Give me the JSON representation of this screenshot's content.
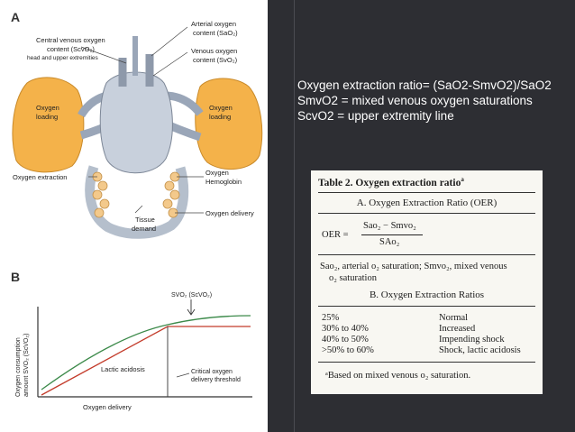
{
  "figure": {
    "panel_a": {
      "letter": "A",
      "labels": {
        "arterial_line1": "Arterial oxygen",
        "arterial_line2": "content (SaO₂)",
        "central_line1": "Central venous oxygen",
        "central_line2": "content (ScvO₂)",
        "central_line3": "head and upper extremities",
        "venous_line1": "Venous oxygen",
        "venous_line2": "content (SvO₂)",
        "loading_left_1": "Oxygen",
        "loading_left_2": "loading",
        "loading_right_1": "Oxygen",
        "loading_right_2": "loading",
        "extraction": "Oxygen extraction",
        "hemoglobin_1": "Oxygen",
        "hemoglobin_2": "Hemoglobin",
        "delivery": "Oxygen delivery",
        "tissue_1": "Tissue",
        "tissue_2": "demand"
      }
    },
    "panel_b": {
      "letter": "B",
      "svo2_label": "SVO₂ (ScVO₂)",
      "y_label_1": "Oxygen consumption",
      "y_label_2": "amount SVO₂ (ScVO₂)",
      "x_label": "Oxygen delivery",
      "lactic_label": "Lactic acidosis",
      "critical_1": "Critical oxygen",
      "critical_2": "delivery threshold"
    }
  },
  "notes": [
    "Oxygen extraction  ratio= (SaO2-SmvO2)/SaO2",
    "SmvO2 = mixed venous oxygen saturations",
    "ScvO2 = upper extremity line"
  ],
  "table": {
    "title": "Table 2. Oxygen extraction ratio",
    "title_sup": "a",
    "section_a": "A. Oxygen Extraction Ratio (OER)",
    "formula_lhs": "OER =",
    "numerator": "Sao₂ − Smvo₂",
    "denominator": "SAo₂",
    "definition_1": "Sao₂, arterial o₂ saturation; Smvo₂, mixed venous",
    "definition_2": "o₂ saturation",
    "section_b": "B. Oxygen Extraction Ratios",
    "rows": [
      {
        "range": "25%",
        "meaning": "Normal"
      },
      {
        "range": "30% to 40%",
        "meaning": "Increased"
      },
      {
        "range": "40% to 50%",
        "meaning": "Impending shock"
      },
      {
        "range": ">50% to 60%",
        "meaning": "Shock, lactic acidosis"
      }
    ],
    "footnote": "ᵃBased on mixed venous o₂ saturation."
  }
}
